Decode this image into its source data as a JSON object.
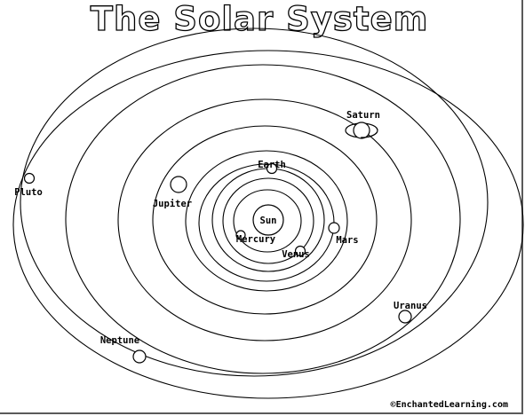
{
  "title": "The Solar System",
  "credit": "©EnchantedLearning.com",
  "labels": {
    "sun": "Sun",
    "mercury": "Mercury",
    "venus": "Venus",
    "earth": "Earth",
    "mars": "Mars",
    "jupiter": "Jupiter",
    "saturn": "Saturn",
    "uranus": "Uranus",
    "neptune": "Neptune",
    "pluto": "Pluto"
  },
  "colors": {
    "ink": "#000000",
    "background": "#ffffff",
    "frame_shadow": "#5a5a5a"
  }
}
